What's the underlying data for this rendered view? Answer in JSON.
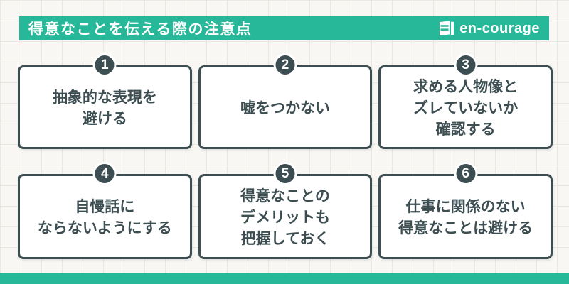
{
  "theme": {
    "teal": "#26b899",
    "dark": "#3d4e52",
    "background": "#f8f7f3",
    "grid_line": "#e9e7e1",
    "card_background": "#ffffff"
  },
  "header": {
    "title": "得意なことを伝える際の注意点",
    "brand": "en-courage",
    "logo_icon": "book-icon"
  },
  "cards": [
    {
      "number": "1",
      "lines": [
        "抽象的な表現を",
        "避ける"
      ]
    },
    {
      "number": "2",
      "lines": [
        "嘘をつかない"
      ]
    },
    {
      "number": "3",
      "lines": [
        "求める人物像と",
        "ズレていないか",
        "確認する"
      ]
    },
    {
      "number": "4",
      "lines": [
        "自慢話に",
        "ならないようにする"
      ]
    },
    {
      "number": "5",
      "lines": [
        "得意なことの",
        "デメリットも",
        "把握しておく"
      ]
    },
    {
      "number": "6",
      "lines": [
        "仕事に関係のない",
        "得意なことは避ける"
      ]
    }
  ]
}
